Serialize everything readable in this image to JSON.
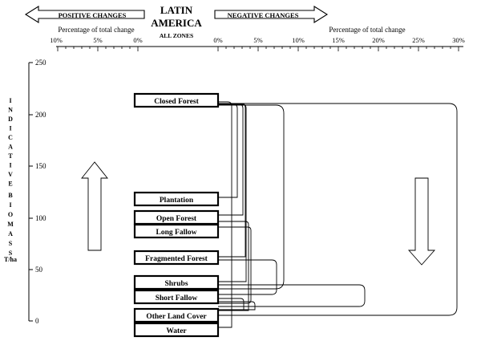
{
  "header": {
    "title_line1": "LATIN",
    "title_line2": "AMERICA",
    "subtitle": "ALL ZONES",
    "positive_label": "POSITIVE CHANGES",
    "negative_label": "NEGATIVE CHANGES",
    "pct_caption_left": "Percentage of total change",
    "pct_caption_right": "Percentage of total change",
    "left_ticks": [
      "10%",
      "5%",
      "0%"
    ],
    "right_ticks": [
      "0%",
      "5%",
      "10%",
      "15%",
      "20%",
      "25%",
      "30%"
    ]
  },
  "y_axis": {
    "title_word1": "INDICATIVE",
    "title_word2": "BIOMASS",
    "unit": "T/ha",
    "tick_labels": [
      "250",
      "200",
      "150",
      "100",
      "50",
      "0"
    ]
  },
  "classes": [
    {
      "name": "Closed Forest"
    },
    {
      "name": "Plantation"
    },
    {
      "name": "Open Forest"
    },
    {
      "name": "Long Fallow"
    },
    {
      "name": "Fragmented Forest"
    },
    {
      "name": "Shrubs"
    },
    {
      "name": "Short Fallow"
    },
    {
      "name": "Other Land Cover"
    },
    {
      "name": "Water"
    }
  ],
  "arrow_directions": {
    "left_big_arrow": "up",
    "right_big_arrow": "down"
  }
}
